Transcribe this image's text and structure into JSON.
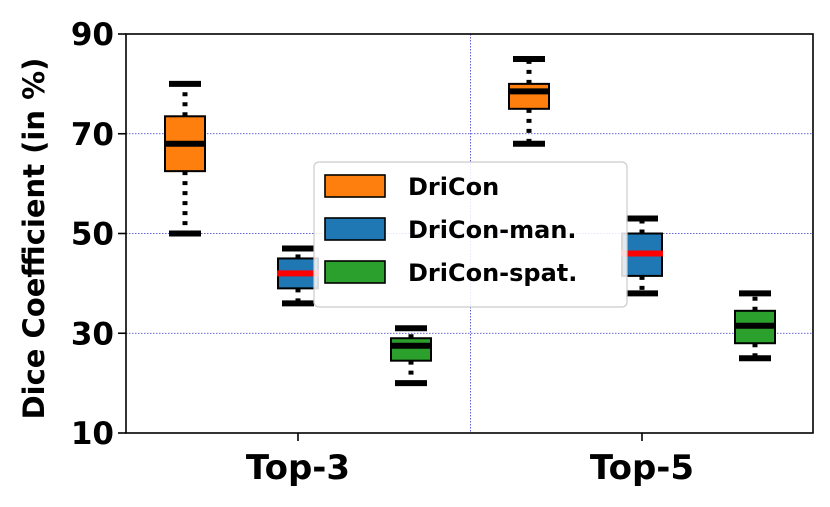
{
  "chart_data": {
    "type": "box",
    "title": "",
    "xlabel": "",
    "ylabel": "Dice Coefficient (in %)",
    "ylim": [
      10,
      90
    ],
    "yticks": [
      10,
      30,
      50,
      70,
      90
    ],
    "categories": [
      "Top-3",
      "Top-5"
    ],
    "grid": true,
    "legend_position": "center",
    "series": [
      {
        "name": "DriCon",
        "color": "#ff7f0e",
        "median_color": "#000000",
        "boxes": [
          {
            "category": "Top-3",
            "whisker_low": 50,
            "q1": 62.5,
            "median": 68,
            "q3": 73.5,
            "whisker_high": 80
          },
          {
            "category": "Top-5",
            "whisker_low": 68,
            "q1": 75,
            "median": 78.5,
            "q3": 80,
            "whisker_high": 85
          }
        ]
      },
      {
        "name": "DriCon-man.",
        "color": "#1f77b4",
        "median_color": "#ff0000",
        "boxes": [
          {
            "category": "Top-3",
            "whisker_low": 36,
            "q1": 39,
            "median": 42,
            "q3": 45,
            "whisker_high": 47
          },
          {
            "category": "Top-5",
            "whisker_low": 38,
            "q1": 41.5,
            "median": 46,
            "q3": 50,
            "whisker_high": 53
          }
        ]
      },
      {
        "name": "DriCon-spat.",
        "color": "#2ca02c",
        "median_color": "#000000",
        "boxes": [
          {
            "category": "Top-3",
            "whisker_low": 20,
            "q1": 24.5,
            "median": 27.5,
            "q3": 29,
            "whisker_high": 31
          },
          {
            "category": "Top-5",
            "whisker_low": 25,
            "q1": 28,
            "median": 31.5,
            "q3": 34.5,
            "whisker_high": 38
          }
        ]
      }
    ]
  }
}
